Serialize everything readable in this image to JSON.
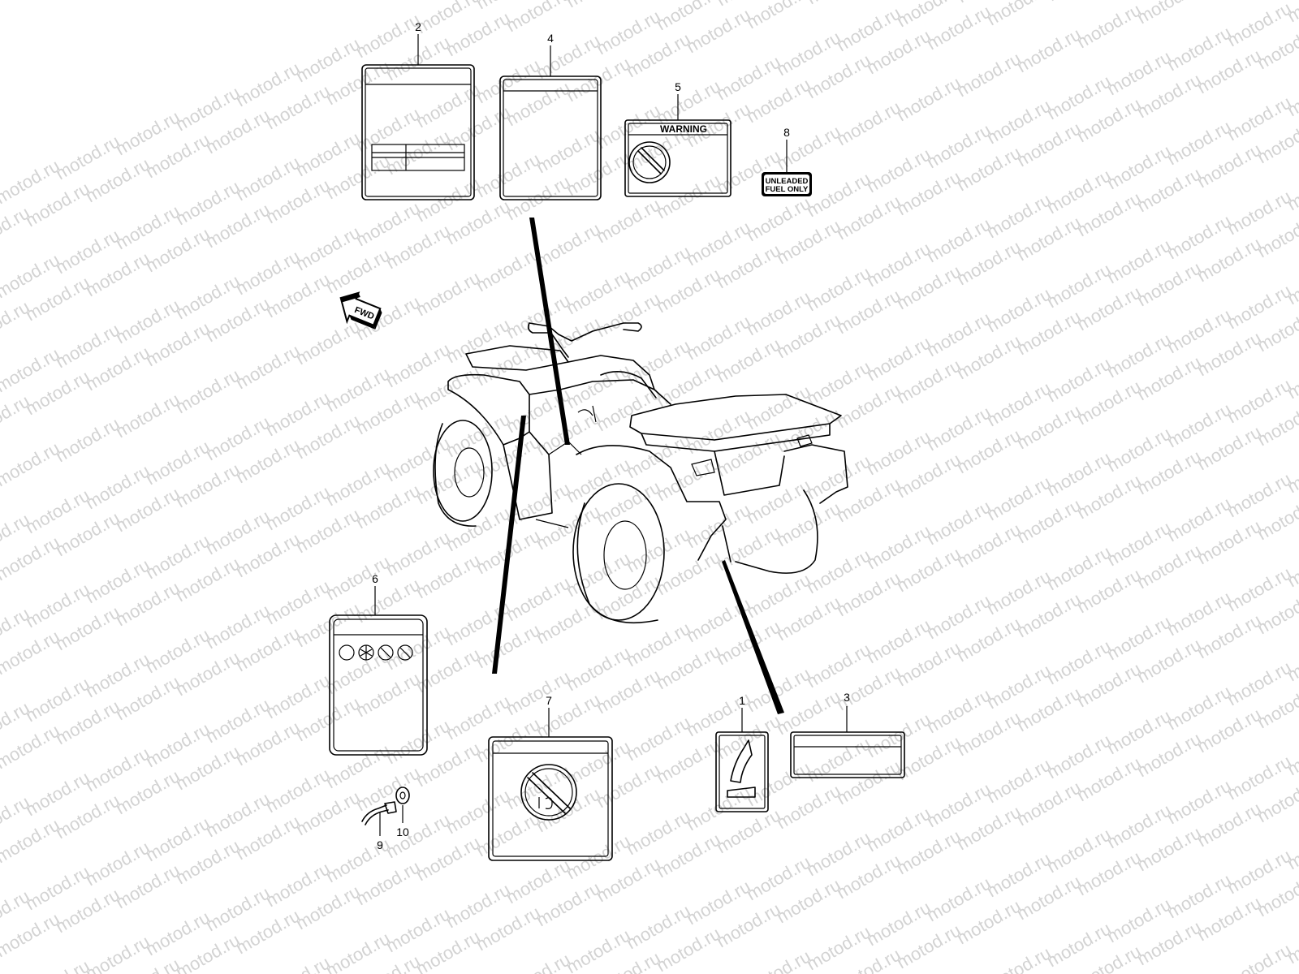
{
  "watermark": {
    "text": "motod.ru",
    "color": "#d3d3d3"
  },
  "parts": [
    {
      "number": "1"
    },
    {
      "number": "2"
    },
    {
      "number": "3"
    },
    {
      "number": "4"
    },
    {
      "number": "5",
      "label_heading": "WARNING"
    },
    {
      "number": "6"
    },
    {
      "number": "7"
    },
    {
      "number": "8",
      "label_line1": "UNLEADED",
      "label_line2": "FUEL ONLY"
    },
    {
      "number": "9"
    },
    {
      "number": "10"
    }
  ],
  "direction_arrow": {
    "text": "FWD",
    "icon": "forward-arrow-icon"
  }
}
